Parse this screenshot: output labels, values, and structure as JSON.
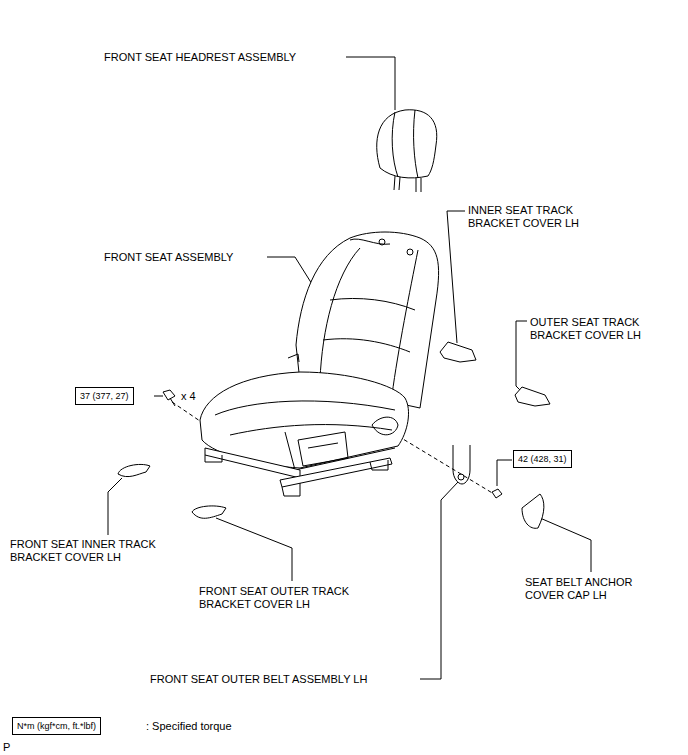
{
  "diagram": {
    "nodes": [
      {
        "text": [
          "37 (377, 27)"
        ]
      },
      {
        "text": [
          "42 (428, 31)"
        ]
      },
      {
        "text": [
          "N*m (kgf*cm, ft.*lbf)"
        ]
      }
    ],
    "labels": [
      "FRONT SEAT HEADREST ASSEMBLY",
      "INNER SEAT TRACK BRACKET COVER LH",
      "FRONT SEAT ASSEMBLY",
      "OUTER SEAT TRACK BRACKET COVER LH",
      "x 4",
      "FRONT SEAT INNER TRACK BRACKET COVER LH",
      "SEAT BELT ANCHOR COVER CAP LH",
      "FRONT SEAT OUTER TRACK BRACKET COVER LH",
      "FRONT SEAT OUTER BELT ASSEMBLY LH",
      ": Specified torque",
      "P"
    ]
  }
}
